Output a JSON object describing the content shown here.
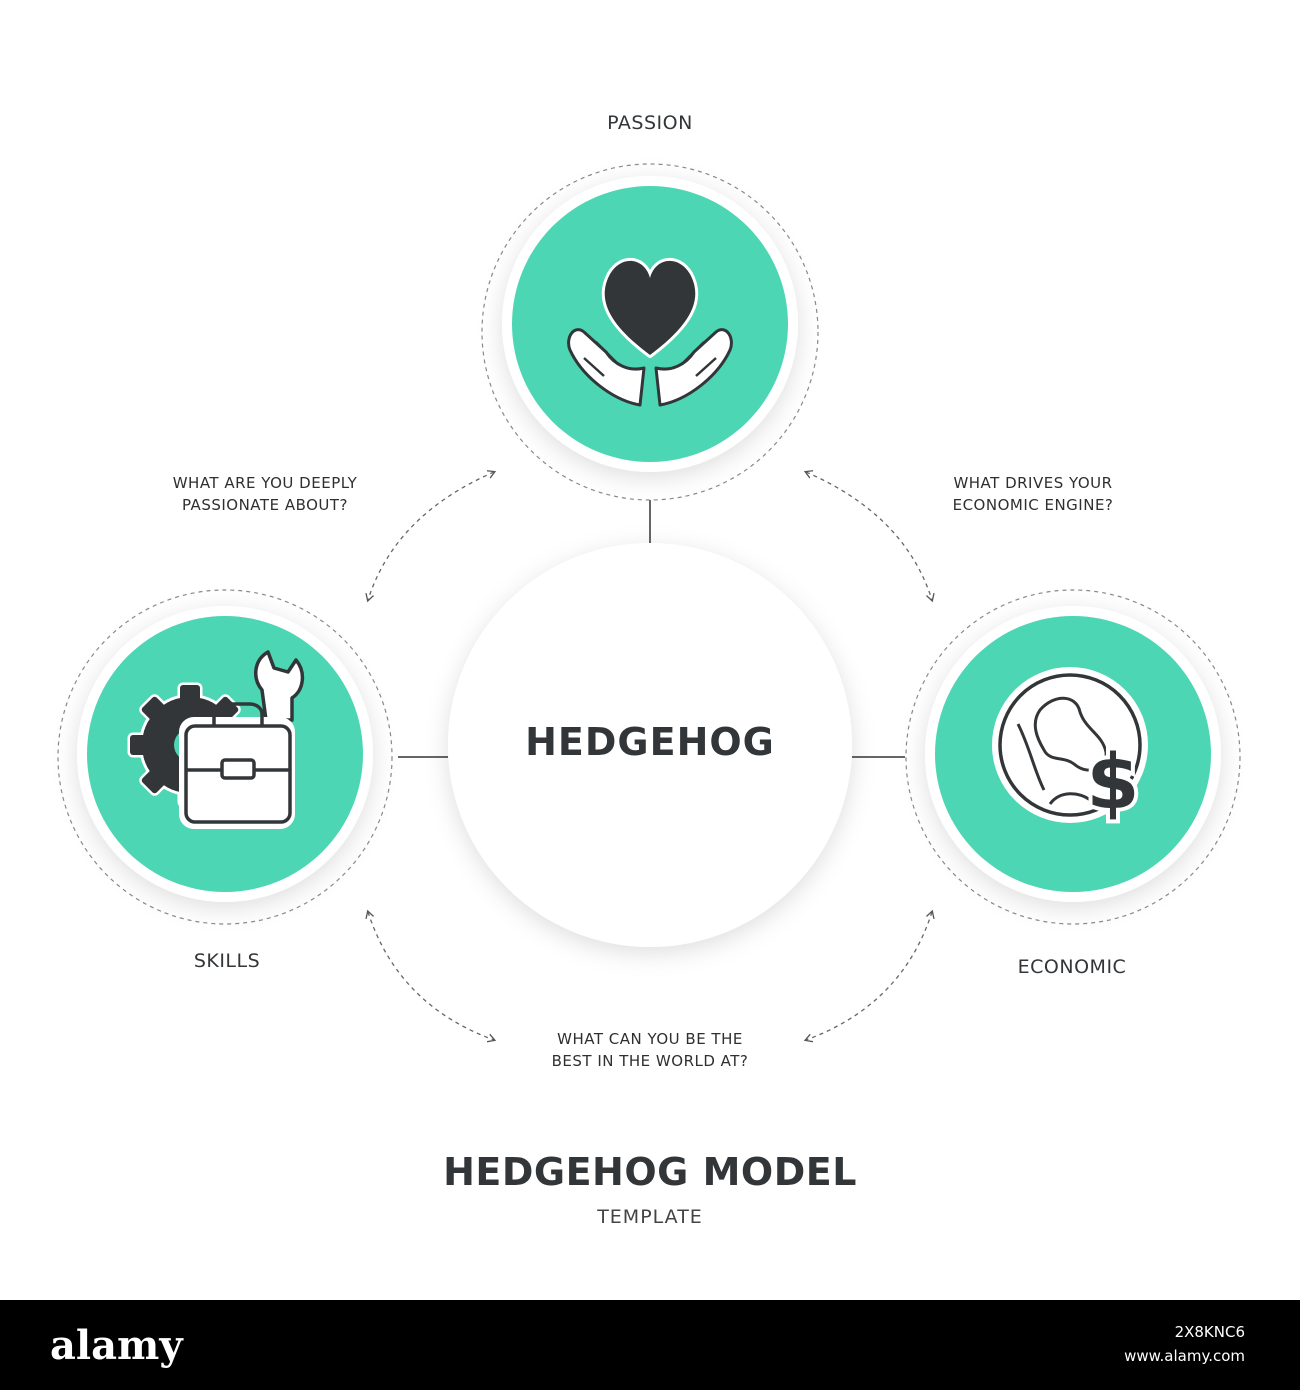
{
  "colors": {
    "accent": "#4dd6b4",
    "icon_dark": "#333639",
    "center_fill": "#ffffff",
    "dashed_ring": "#8a8a8a",
    "footer_bg": "#000000"
  },
  "center": {
    "title": "HEDGEHOG"
  },
  "nodes": {
    "passion": {
      "label": "PASSION",
      "icon": "hands-heart-icon"
    },
    "skills": {
      "label": "SKILLS",
      "icon": "gear-wrench-briefcase-icon"
    },
    "economic": {
      "label": "ECONOMIC",
      "icon": "globe-dollar-icon"
    }
  },
  "questions": {
    "passion_q": [
      "WHAT ARE YOU DEEPLY",
      "PASSIONATE ABOUT?"
    ],
    "economic_q": [
      "WHAT DRIVES YOUR",
      "ECONOMIC ENGINE?"
    ],
    "best_q": [
      "WHAT CAN YOU BE THE",
      "BEST IN THE WORLD AT?"
    ]
  },
  "footer": {
    "title": "HEDGEHOG MODEL",
    "subtitle": "TEMPLATE"
  },
  "watermark": {
    "brand": "alamy",
    "image_id": "2X8KNC6",
    "site": "www.alamy.com"
  }
}
